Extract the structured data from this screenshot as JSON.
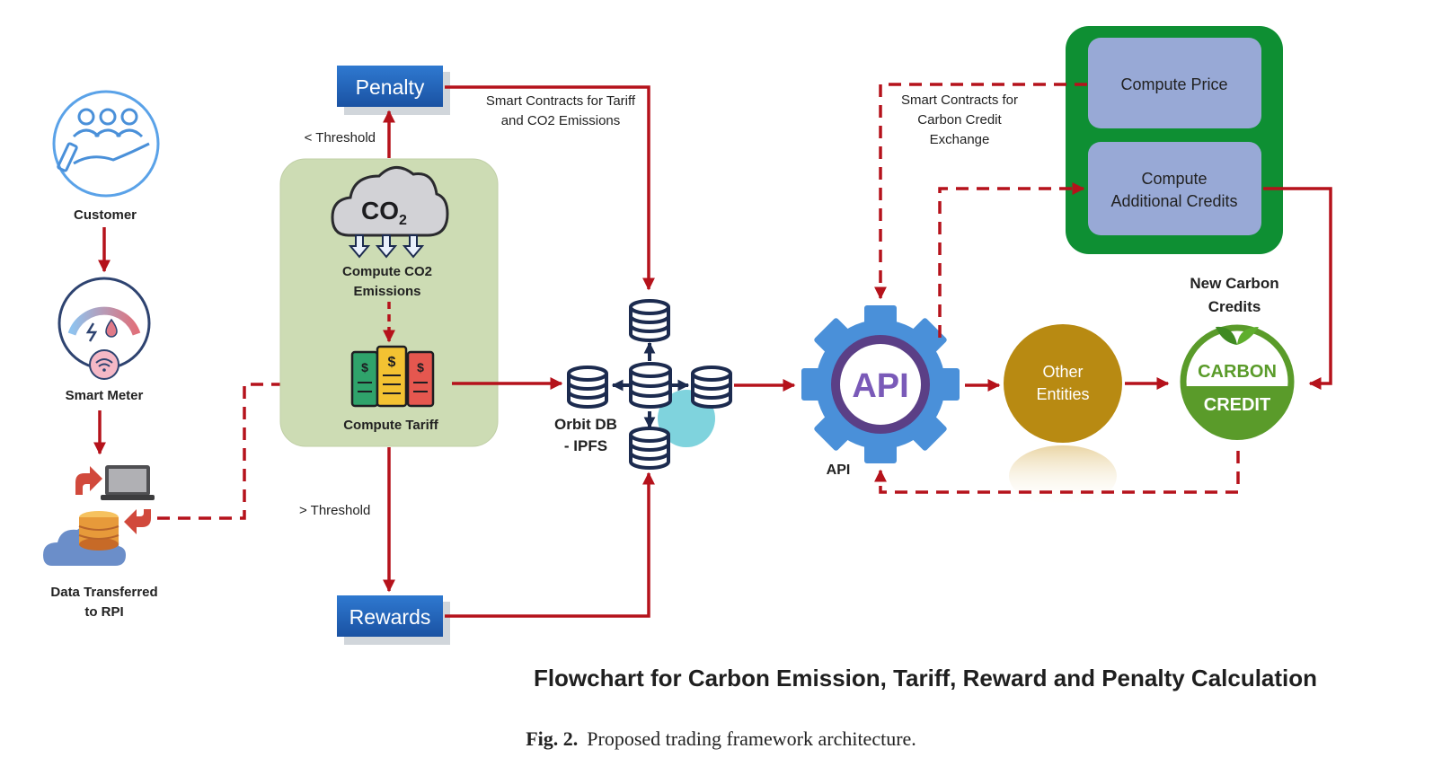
{
  "nodes": {
    "customer": "Customer",
    "smart_meter": "Smart Meter",
    "data_transferred_line1": "Data Transferred",
    "data_transferred_line2": "to RPI",
    "penalty": "Penalty",
    "rewards": "Rewards",
    "less_threshold": "< Threshold",
    "greater_threshold": "> Threshold",
    "co2_symbol": "CO",
    "co2_sub": "2",
    "compute_co2_line1": "Compute CO2",
    "compute_co2_line2": "Emissions",
    "compute_tariff": "Compute Tariff",
    "tariff_symbol": "$",
    "orbit_line1": "Orbit DB",
    "orbit_line2": "- IPFS",
    "api_gear": "API",
    "api_label": "API",
    "other_line1": "Other",
    "other_line2": "Entities",
    "compute_price": "Compute Price",
    "compute_additional_line1": "Compute",
    "compute_additional_line2": "Additional Credits",
    "new_carbon_line1": "New Carbon",
    "new_carbon_line2": "Credits",
    "carbon_word": "CARBON",
    "credit_word": "CREDIT"
  },
  "annotations": {
    "smart_contracts_tariff_line1": "Smart Contracts for Tariff",
    "smart_contracts_tariff_line2": "and CO2 Emissions",
    "smart_contracts_carbon_line1": "Smart Contracts for",
    "smart_contracts_carbon_line2": "Carbon Credit",
    "smart_contracts_carbon_line3": "Exchange"
  },
  "title": "Flowchart for Carbon Emission, Tariff, Reward and Penalty Calculation",
  "caption": {
    "label": "Fig. 2.",
    "text": "Proposed trading framework architecture."
  },
  "colors": {
    "arrow": "#b5121b",
    "penalty_box": "#1f5fb4",
    "green_panel": "#cddcb4",
    "api_gear": "#4a90d9",
    "other_entities": "#b88a12",
    "green_frame": "#0e8f33",
    "lavender_box": "#98a9d6",
    "carbon_green": "#5a9b2a"
  }
}
